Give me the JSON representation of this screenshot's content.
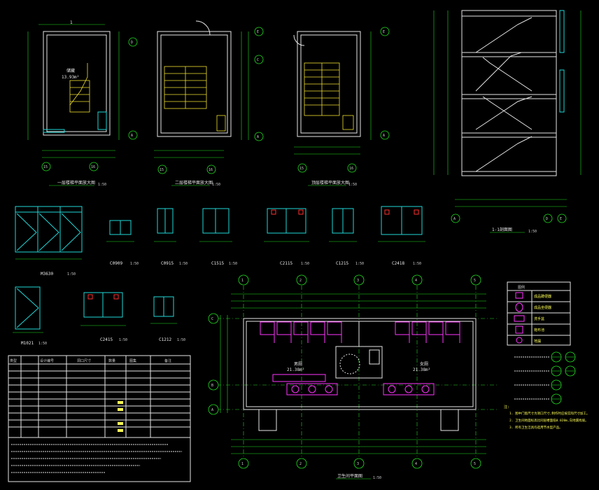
{
  "colors": {
    "background": "#000000",
    "wall": "#e6e6e6",
    "dimension": "#22e022",
    "window": "#21d7d7",
    "stair": "#f0e030",
    "fixture": "#ff33ff",
    "red_mark": "#ff3030",
    "text_yellow": "#ffff55"
  },
  "plans": {
    "p1": {
      "cut_mark": "1",
      "room_name": "储藏",
      "room_area": "13.93m²",
      "axes_bottom": [
        "15",
        "16"
      ],
      "axes_side": [
        "D",
        "A"
      ],
      "caption": "一层楼梯平面放大图",
      "scale": "1:50"
    },
    "p2": {
      "axes_bottom": [
        "15",
        "16"
      ],
      "axes_side": [
        "E",
        "C",
        "A"
      ],
      "caption": "二层楼梯平面放大图",
      "scale": "1:50"
    },
    "p3": {
      "axes_bottom": [
        "15",
        "16"
      ],
      "axes_side": [
        "E",
        "A"
      ],
      "caption": "顶层楼梯平面放大图",
      "scale": "1:50"
    },
    "section": {
      "axes_bottom": [
        "A",
        "D",
        "E"
      ],
      "caption": "1-1剖面图",
      "scale": "1:50"
    }
  },
  "windows": [
    {
      "id": "M3630",
      "label": "M3630",
      "scale": "1:50"
    },
    {
      "id": "C0909",
      "label": "C0909",
      "scale": "1:50"
    },
    {
      "id": "C0915",
      "label": "C0915",
      "scale": "1:50"
    },
    {
      "id": "C1515",
      "label": "C1515",
      "scale": "1:50"
    },
    {
      "id": "C2115",
      "label": "C2115",
      "scale": "1:50"
    },
    {
      "id": "C1215",
      "label": "C1215",
      "scale": "1:50"
    },
    {
      "id": "C2418",
      "label": "C2418",
      "scale": "1:50"
    },
    {
      "id": "M1021",
      "label": "M1021",
      "scale": "1:50"
    },
    {
      "id": "C2415",
      "label": "C2415",
      "scale": "1:50"
    },
    {
      "id": "C1212",
      "label": "C1212",
      "scale": "1:50"
    }
  ],
  "toilet_plan": {
    "axes_top": [
      "1",
      "2",
      "3",
      "4",
      "5"
    ],
    "axes_bottom": [
      "1",
      "2",
      "3",
      "4",
      "5"
    ],
    "axes_side": [
      "A",
      "B",
      "C"
    ],
    "room_left": "男厕",
    "room_left_area": "21.38m²",
    "room_right": "女厕",
    "room_right_area": "21.38m²",
    "caption": "卫生间平面图",
    "scale": "1:50"
  },
  "legend": {
    "title": "图例",
    "items": [
      "成品蹲便器",
      "成品坐便器",
      "洗手盆",
      "拖布池",
      "地漏"
    ]
  },
  "notes": {
    "title": "注:",
    "lines": [
      "1. 图中门窗尺寸为洞口尺寸,制作时应按实际尺寸加工。",
      "2. 卫生间地面标高比同层楼面低0.020m,向地漏找坡。",
      "3. 所有卫生洁具均选用节水型产品。"
    ]
  },
  "table": {
    "headers": [
      "类型",
      "设计编号",
      "洞口尺寸",
      "数量",
      "图集",
      "备注"
    ]
  }
}
